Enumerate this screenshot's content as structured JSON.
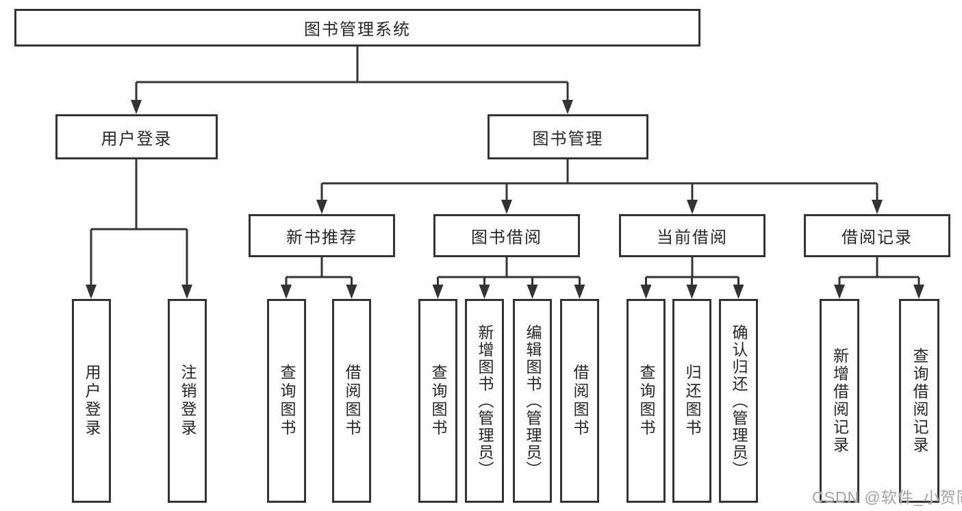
{
  "diagram": {
    "root": {
      "label": "图书管理系统"
    },
    "level1": [
      {
        "label": "用户登录"
      },
      {
        "label": "图书管理"
      }
    ],
    "level2": [
      {
        "label": "新书推荐",
        "parent": "图书管理"
      },
      {
        "label": "图书借阅",
        "parent": "图书管理"
      },
      {
        "label": "当前借阅",
        "parent": "图书管理"
      },
      {
        "label": "借阅记录",
        "parent": "图书管理"
      }
    ],
    "leaves": [
      {
        "label": "用户登录",
        "parent": "用户登录"
      },
      {
        "label": "注销登录",
        "parent": "用户登录"
      },
      {
        "label": "查询图书",
        "parent": "新书推荐"
      },
      {
        "label": "借阅图书",
        "parent": "新书推荐"
      },
      {
        "label": "查询图书",
        "parent": "图书借阅"
      },
      {
        "label": "新增图书（管理员）",
        "parent": "图书借阅"
      },
      {
        "label": "编辑图书（管理员）",
        "parent": "图书借阅"
      },
      {
        "label": "借阅图书",
        "parent": "图书借阅"
      },
      {
        "label": "查询图书",
        "parent": "当前借阅"
      },
      {
        "label": "归还图书",
        "parent": "当前借阅"
      },
      {
        "label": "确认归还（管理员）",
        "parent": "当前借阅"
      },
      {
        "label": "新增借阅记录",
        "parent": "借阅记录"
      },
      {
        "label": "查询借阅记录",
        "parent": "借阅记录"
      }
    ]
  },
  "watermark": {
    "text": "CSDN @软件_小贺同学"
  },
  "colors": {
    "line": "#333333",
    "box_border": "#333333",
    "text": "#262626",
    "watermark": "#a3a3a3",
    "background": "#ffffff"
  }
}
